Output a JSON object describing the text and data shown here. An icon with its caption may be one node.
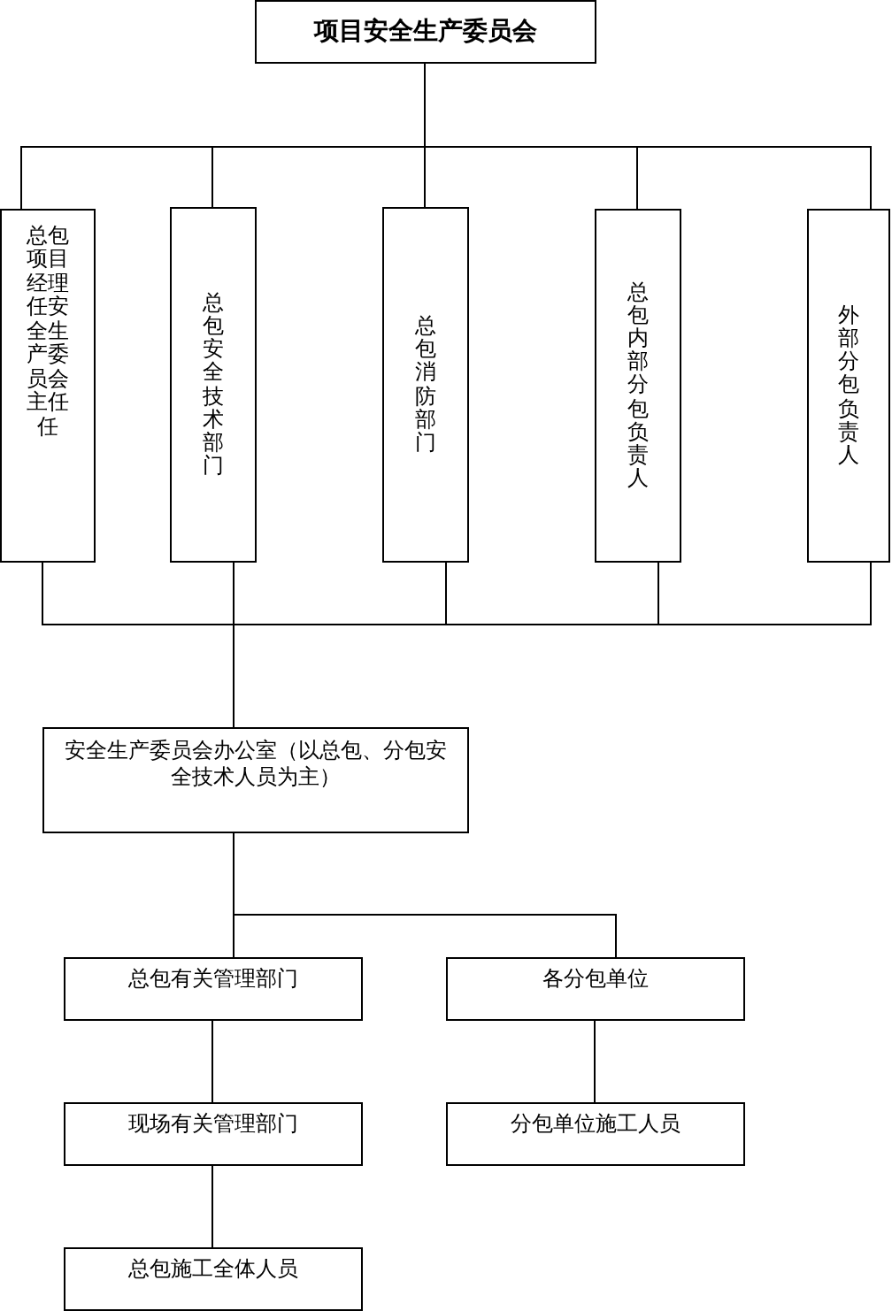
{
  "diagram": {
    "nodes": [
      {
        "text": [
          "项目安全生产委员会"
        ]
      },
      {
        "text": [
          "总包项目经理任安全生产委员会主任任"
        ]
      },
      {
        "text": [
          "总包安全技术部门"
        ]
      },
      {
        "text": [
          "总包消防部门"
        ]
      },
      {
        "text": [
          "总包内部分包负责人"
        ]
      },
      {
        "text": [
          "外部分包负责人"
        ]
      },
      {
        "text": [
          "安全生产委员会办公室（以总包、分包安全技术人员为主）"
        ]
      },
      {
        "text": [
          "总包有关管理部门"
        ]
      },
      {
        "text": [
          "各分包单位"
        ]
      },
      {
        "text": [
          "现场有关管理部门"
        ]
      },
      {
        "text": [
          "分包单位施工人员"
        ]
      },
      {
        "text": [
          "总包施工全体人员"
        ]
      }
    ],
    "edges": [
      {
        "from": 0,
        "to": 1,
        "arrow": "none"
      },
      {
        "from": 0,
        "to": 2,
        "arrow": "none"
      },
      {
        "from": 0,
        "to": 3,
        "arrow": "none"
      },
      {
        "from": 0,
        "to": 4,
        "arrow": "none"
      },
      {
        "from": 0,
        "to": 5,
        "arrow": "none"
      },
      {
        "from": 1,
        "to": 6,
        "arrow": "none"
      },
      {
        "from": 2,
        "to": 6,
        "arrow": "none"
      },
      {
        "from": 3,
        "to": 6,
        "arrow": "none"
      },
      {
        "from": 4,
        "to": 6,
        "arrow": "none"
      },
      {
        "from": 5,
        "to": 6,
        "arrow": "none"
      },
      {
        "from": 6,
        "to": 7,
        "arrow": "none"
      },
      {
        "from": 6,
        "to": 8,
        "arrow": "none"
      },
      {
        "from": 7,
        "to": 9,
        "arrow": "none"
      },
      {
        "from": 9,
        "to": 11,
        "arrow": "none"
      },
      {
        "from": 8,
        "to": 10,
        "arrow": "none"
      }
    ]
  }
}
